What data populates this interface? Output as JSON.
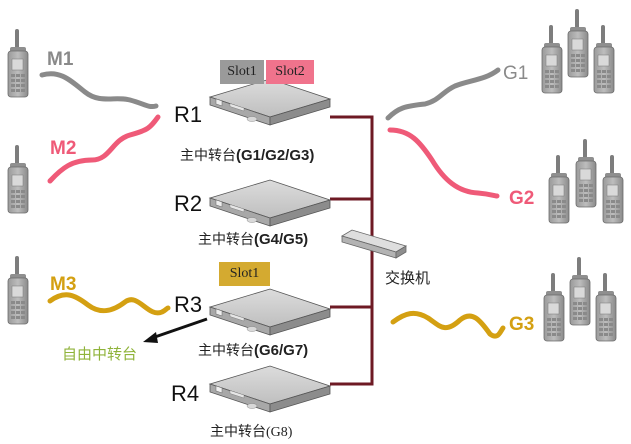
{
  "colors": {
    "m1": "#8a8a8a",
    "m2": "#ef5a78",
    "m3": "#d4a012",
    "trunk": "#6e1a24",
    "free_repeater": "#8fb33a",
    "slot_gray": "#9a9a9a",
    "slot_pink": "#f0738c",
    "slot_gold": "#d4aa30"
  },
  "mobiles": [
    {
      "label": "M1"
    },
    {
      "label": "M2"
    },
    {
      "label": "M3"
    }
  ],
  "repeaters": [
    {
      "name": "R1",
      "caption_prefix": "主中转台",
      "caption_groups": "(G1/G2/G3)",
      "slots": [
        "Slot1",
        "Slot2"
      ]
    },
    {
      "name": "R2",
      "caption_prefix": "主中转台",
      "caption_groups": "(G4/G5)",
      "slots": []
    },
    {
      "name": "R3",
      "caption_prefix": "主中转台",
      "caption_groups": "(G6/G7)",
      "slots": [
        "Slot1"
      ]
    },
    {
      "name": "R4",
      "caption_prefix": "主中转台",
      "caption_groups": "(G8)",
      "slots": []
    }
  ],
  "switch": {
    "label": "交换机"
  },
  "free_repeater": {
    "label": "自由中转台"
  },
  "groups": [
    {
      "label": "G1"
    },
    {
      "label": "G2"
    },
    {
      "label": "G3"
    }
  ]
}
